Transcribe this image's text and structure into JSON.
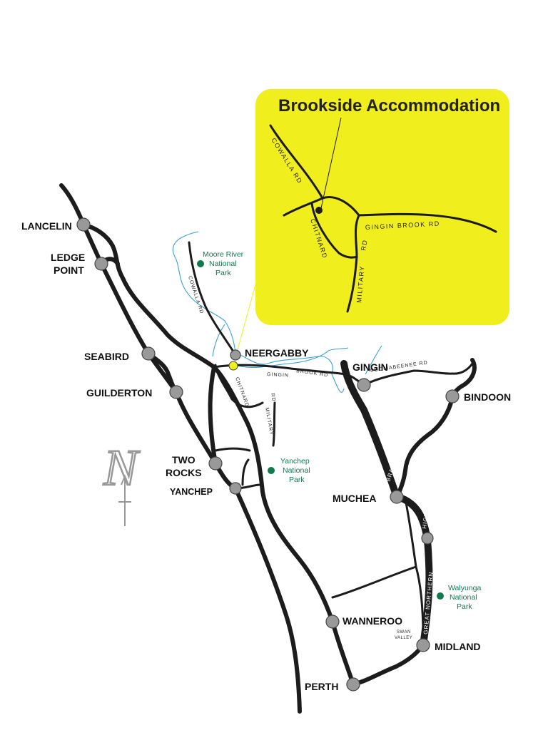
{
  "inset": {
    "title": "Brookside Accommodation",
    "background": "#f1ee1e",
    "roads": {
      "cowalla": "COWALLA RD",
      "gingin_brook": "GINGIN   BROOK RD",
      "chitnard": "CHITNARD",
      "military": "MILITARY",
      "rd": "RD"
    }
  },
  "towns": {
    "lancelin": "LANCELIN",
    "ledge_point_1": "LEDGE",
    "ledge_point_2": "POINT",
    "seabird": "SEABIRD",
    "guilderton": "GUILDERTON",
    "two_rocks_1": "TWO",
    "two_rocks_2": "ROCKS",
    "yanchep": "YANCHEP",
    "neergabby": "NEERGABBY",
    "gingin": "GINGIN",
    "bindoon": "BINDOON",
    "muchea": "MUCHEA",
    "wanneroo": "WANNEROO",
    "midland": "MIDLAND",
    "perth": "PERTH"
  },
  "parks": {
    "moore_river": [
      "Moore River",
      "National",
      "Park"
    ],
    "yanchep": [
      "Yanchep",
      "National",
      "Park"
    ],
    "walyunga": [
      "Walyunga",
      "National",
      "Park"
    ],
    "color": "#0e7a4e"
  },
  "roads": {
    "cowalla": "COWALLA RD",
    "gingin": "GINGIN",
    "brook_rd": "BROOK RD",
    "chitnard": "CHITNARD",
    "rd": "RD",
    "military": "MILITARY",
    "mooliabeenee": "MOOLIABEENEE RD",
    "brand_highway": "BRAND HIGHWAY",
    "great_northern": "GREAT NORTHERN",
    "highway": "HIGHWAY",
    "swan_1": "SWAN",
    "swan_2": "VALLEY"
  },
  "compass": {
    "letter": "N",
    "icon": "north-arrow-icon"
  },
  "colors": {
    "road": "#1c1c1c",
    "river": "#3a9fd3",
    "town_node": "#999999",
    "highlight_node": "#f1ee1e"
  }
}
